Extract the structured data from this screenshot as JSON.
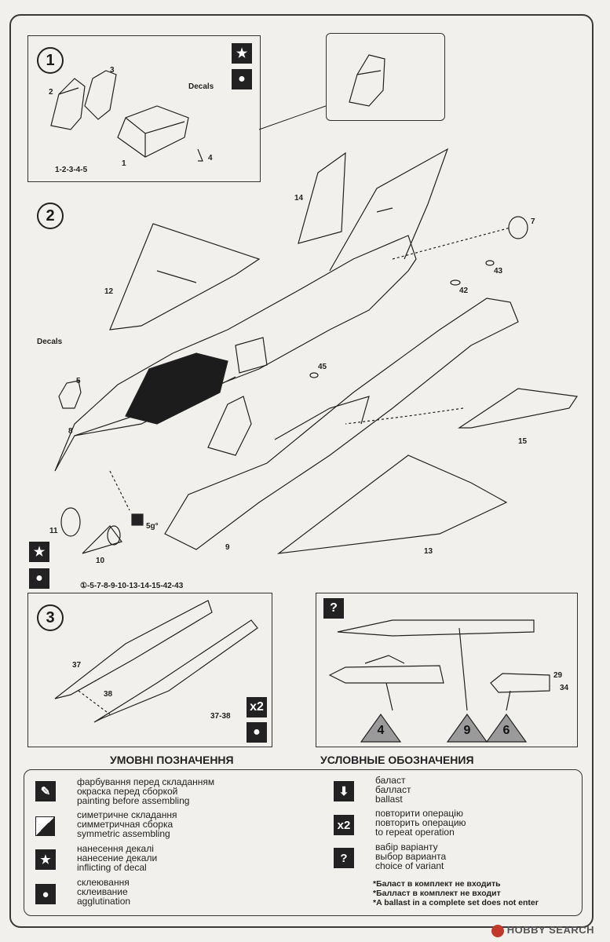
{
  "step1": {
    "number": "1",
    "parts": [
      "2",
      "3",
      "Decals",
      "1",
      "4"
    ],
    "sequence": "1-2-3-4-5",
    "icons": [
      "star-icon",
      "drop-icon"
    ]
  },
  "step2": {
    "number": "2",
    "parts": [
      "14",
      "7",
      "12",
      "42",
      "43",
      "Decals",
      "5",
      "45",
      "8",
      "15",
      "11",
      "10",
      "5g°",
      "9",
      "13"
    ],
    "sequence": "①-5-7-8-9-10-13-14-15-42-43",
    "icons": [
      "star-icon",
      "drop-icon"
    ]
  },
  "step3": {
    "number": "3",
    "parts": [
      "37",
      "38"
    ],
    "sequence": "37-38",
    "repeat": "x2"
  },
  "variants": {
    "icon": "?",
    "triangles": [
      "4",
      "9",
      "6"
    ],
    "parts": [
      "29",
      "34"
    ]
  },
  "legend": {
    "title_ua": "УМОВНІ ПОЗНАЧЕННЯ",
    "title_ru": "УСЛОВНЫЕ ОБОЗНАЧЕНИЯ",
    "items_left": [
      {
        "icon": "brush-icon",
        "lines": [
          "фарбування перед складанням",
          "окраска перед сборкой",
          "painting before assembling"
        ]
      },
      {
        "icon": "symmetric-icon",
        "lines": [
          "симетричне складання",
          "симметричная сборка",
          "symmetric assembling"
        ]
      },
      {
        "icon": "star-icon",
        "lines": [
          "нанесення декалі",
          "нанесение декали",
          "inflicting of decal"
        ]
      },
      {
        "icon": "drop-icon",
        "lines": [
          "склеювання",
          "склеивание",
          "agglutination"
        ]
      }
    ],
    "items_right": [
      {
        "icon": "ballast-icon",
        "lines": [
          "баласт",
          "балласт",
          "ballast"
        ]
      },
      {
        "icon": "x2",
        "lines": [
          "повторити операцію",
          "повторить операцию",
          "to repeat operation"
        ]
      },
      {
        "icon": "?",
        "lines": [
          "вабір варіанту",
          "выбор варианта",
          "choice of variant"
        ]
      }
    ],
    "notes": [
      "*Баласт в комплект не входить",
      "*Балласт в комплект не входит",
      "*A ballast in a complete set does not enter"
    ]
  },
  "watermark": "HOBBY SEARCH",
  "colors": {
    "ink": "#222222",
    "paper": "#f1f0ec"
  }
}
